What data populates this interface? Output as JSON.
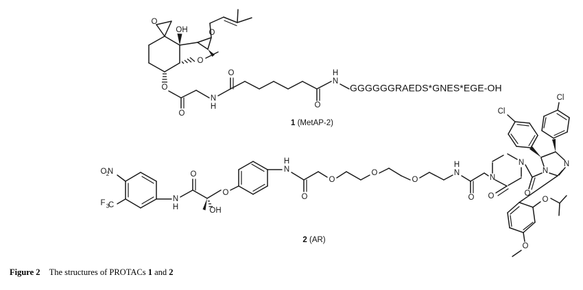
{
  "figure": {
    "caption_label": "Figure 2",
    "caption_text_part1": "The structures of PROTACs",
    "caption_num1": "1",
    "caption_and": "and",
    "caption_num2": "2",
    "background_color": "#ffffff",
    "line_color": "#1a1a1a"
  },
  "compound1": {
    "number": "1",
    "name": "(MetAP-2)",
    "target": "MetAP-2",
    "peptide_sequence": "GGGGGGRAEDS*GNES*EGE-OH",
    "atom_labels": {
      "epoxide_o_spiro": "O",
      "hydroxyl": "OH",
      "epoxide_o_side": "O",
      "methoxy_o": "O",
      "ester_o_link": "O",
      "ester_carbonyl_o": "O",
      "amide1_n": "N",
      "amide1_h": "H",
      "amide1_carbonyl_o": "O",
      "amide2_n": "N",
      "amide2_h": "H",
      "amide2_carbonyl_o": "O"
    }
  },
  "compound2": {
    "number": "2",
    "name": "(AR)",
    "target": "AR",
    "atom_labels": {
      "nitro": "O",
      "nitro_sub": "2",
      "nitro_n": "N",
      "trifluoromethyl": "F",
      "trifluoromethyl_sub": "3",
      "trifluoromethyl_c": "C",
      "anilide_n": "N",
      "anilide_h": "H",
      "anilide_carbonyl_o": "O",
      "hydroxyl": "OH",
      "ether_o_aryl": "O",
      "amide_n_2": "N",
      "amide_h_2": "H",
      "amide_carbonyl_o_2": "O",
      "peg_o1": "O",
      "peg_o2": "O",
      "peg_o3": "O",
      "amide_n_3": "N",
      "amide_h_3": "H",
      "amide_carbonyl_o_3": "O",
      "piperazinone_n1": "N",
      "piperazinone_n4": "N",
      "piperazinone_o": "O",
      "urea_carbonyl_o": "O",
      "imidazoline_n1": "N",
      "imidazoline_n3": "N",
      "chloro_left": "Cl",
      "chloro_right": "Cl",
      "isopropoxy_o": "O",
      "methoxy_o": "O"
    }
  }
}
